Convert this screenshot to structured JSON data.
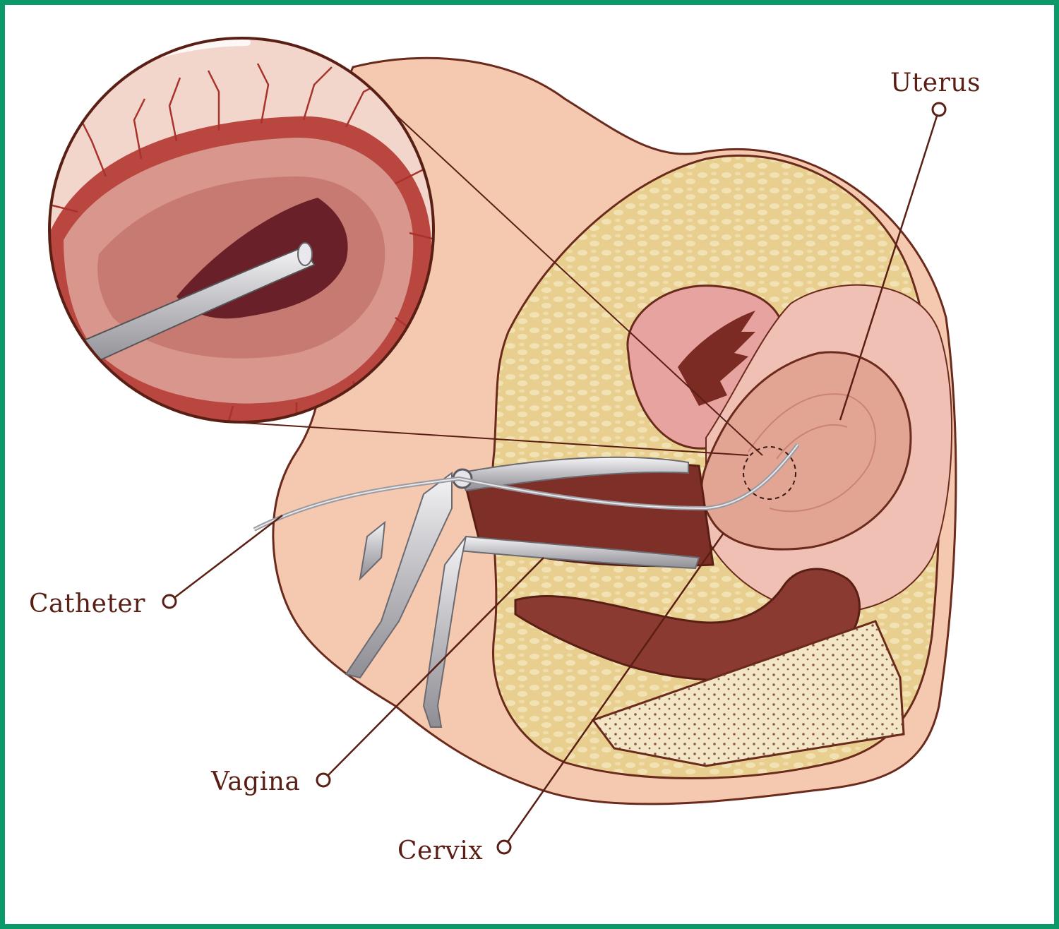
{
  "diagram": {
    "labels": {
      "uterus": "Uterus",
      "catheter": "Catheter",
      "vagina": "Vagina",
      "cervix": "Cervix"
    },
    "colors": {
      "frame": "#0a9a6a",
      "label_text": "#5a1f14",
      "leader_line": "#5a1f14",
      "skin": "#f4c9b0",
      "fat_tissue": "#ecd59a",
      "uterus_tissue": "#e3a79a",
      "muscle": "#8a3a30",
      "endometrium": "#b9473f",
      "instrument": "#c9c9cc"
    }
  }
}
